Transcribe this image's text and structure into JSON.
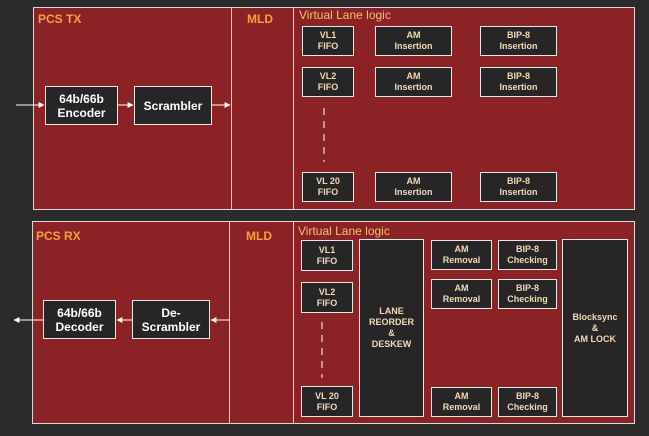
{
  "tx": {
    "section_label": "PCS TX",
    "mld_label": "MLD",
    "vl_logic_label": "Virtual Lane logic",
    "encoder": [
      "64b/66b",
      "Encoder"
    ],
    "scrambler": [
      "Scrambler"
    ],
    "vl1_fifo": [
      "VL1",
      "FIFO"
    ],
    "vl2_fifo": [
      "VL2",
      "FIFO"
    ],
    "vl20_fifo": [
      "VL 20",
      "FIFO"
    ],
    "am_insertion": [
      "AM",
      "Insertion"
    ],
    "bip_insertion": [
      "BIP-8",
      "Insertion"
    ]
  },
  "rx": {
    "section_label": "PCS RX",
    "mld_label": "MLD",
    "vl_logic_label": "Virtual Lane logic",
    "decoder": [
      "64b/66b",
      "Decoder"
    ],
    "descrambler": [
      "De-",
      "Scrambler"
    ],
    "vl1_fifo": [
      "VL1",
      "FIFO"
    ],
    "vl2_fifo": [
      "VL2",
      "FIFO"
    ],
    "vl20_fifo": [
      "VL 20",
      "FIFO"
    ],
    "lane_reorder": [
      "LANE",
      "REORDER",
      "&",
      "DESKEW"
    ],
    "am_removal": [
      "AM",
      "Removal"
    ],
    "bip_checking": [
      "BIP-8",
      "Checking"
    ],
    "blocksync": [
      "Blocksync",
      "&",
      "AM LOCK"
    ]
  },
  "colors": {
    "background": "#2b2b2b",
    "panel": "#8b2326",
    "block": "#262626",
    "label": "#f2a23a",
    "block_text": "#f3d8b8"
  }
}
